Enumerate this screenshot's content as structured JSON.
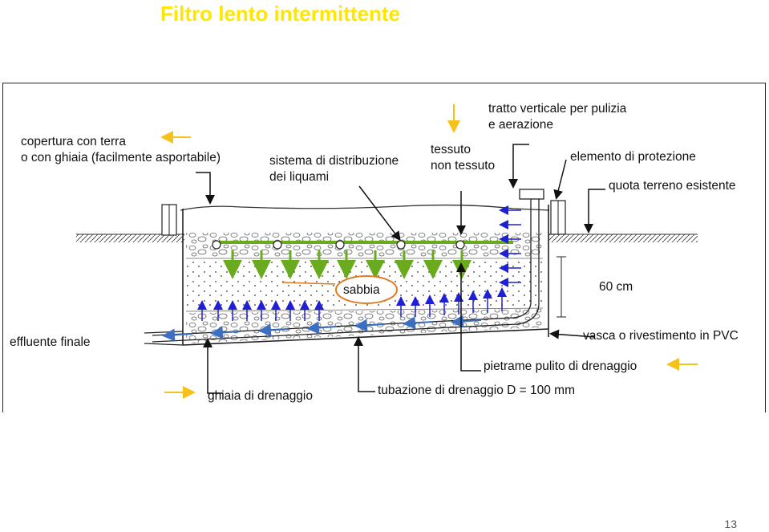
{
  "title": "Filtro lento intermittente",
  "labels": {
    "copertura_1": "copertura con terra",
    "copertura_2": "o con ghiaia (facilmente asportabile)",
    "sistema_1": "sistema di distribuzione",
    "sistema_2": "dei liquami",
    "tessuto_1": "tessuto",
    "tessuto_2": "non tessuto",
    "tratto_1": "tratto verticale per pulizia",
    "tratto_2": "e aerazione",
    "elemento": "elemento di protezione",
    "quota": "quota terreno esistente",
    "sabbia": "sabbia",
    "altezza": "60 cm",
    "effluente": "effluente finale",
    "vasca": "vasca o rivestimento in PVC",
    "pietrame": "pietrame pulito di drenaggio",
    "tubazione": "tubazione di drenaggio D = 100 mm",
    "ghiaia": "ghiaia di drenaggio"
  },
  "page_number": "13",
  "colors": {
    "title": "#ffe600",
    "flow_down": "#6aaa1e",
    "flow_up": "#1f1fd6",
    "drain_arrow": "#3a6fc4",
    "legend_arrow": "#f6c21a",
    "highlight_ring": "#e07a1f"
  }
}
